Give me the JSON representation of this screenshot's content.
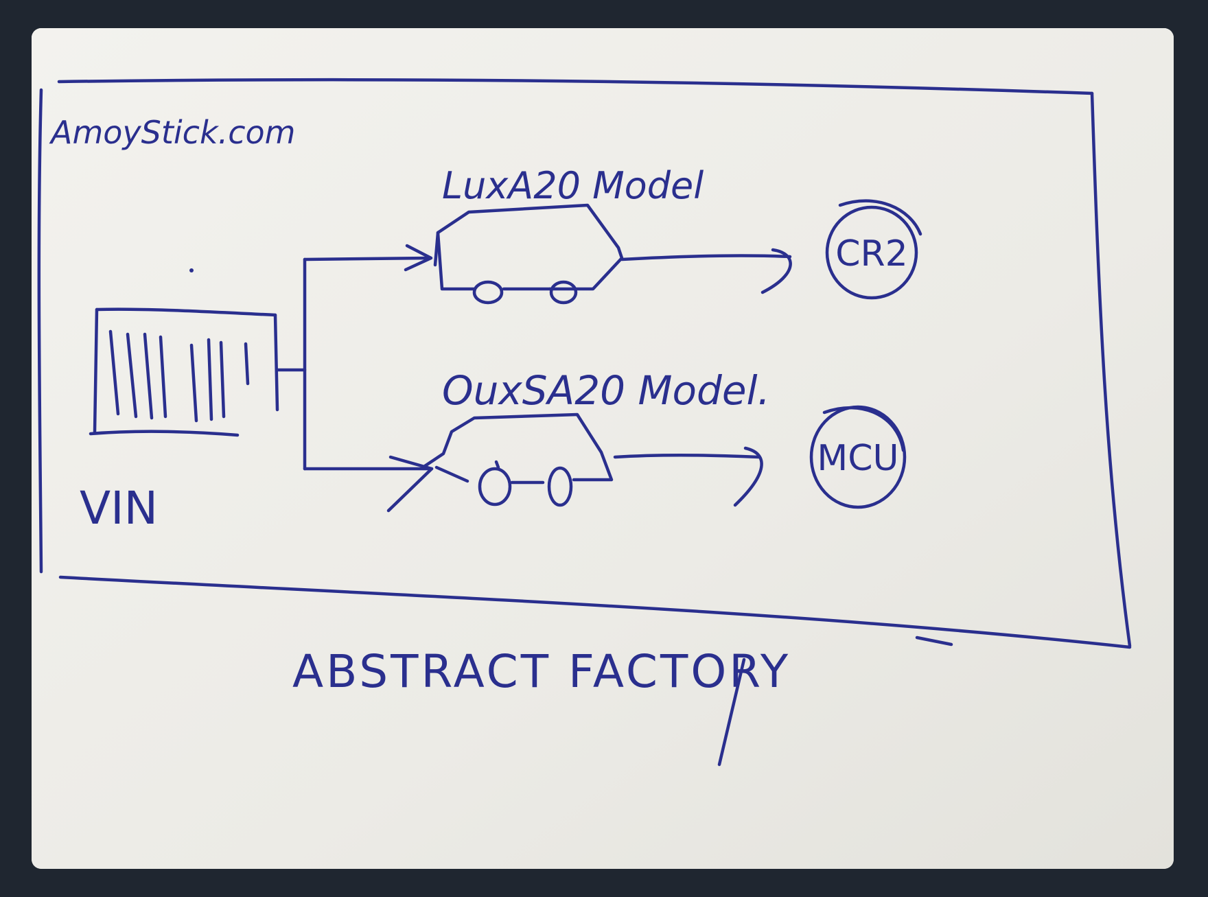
{
  "diagram": {
    "site": "AmoyStick.com",
    "title": "ABSTRACT FACTORY",
    "input_label": "VIN",
    "models": [
      {
        "name": "LuxA20 Model",
        "output": "CR2"
      },
      {
        "name": "OuxSA20 Model.",
        "output": "MCU"
      }
    ],
    "colors": {
      "ink": "#2a2f8e",
      "paper": "#efeee9",
      "background": "#1f2630"
    }
  }
}
